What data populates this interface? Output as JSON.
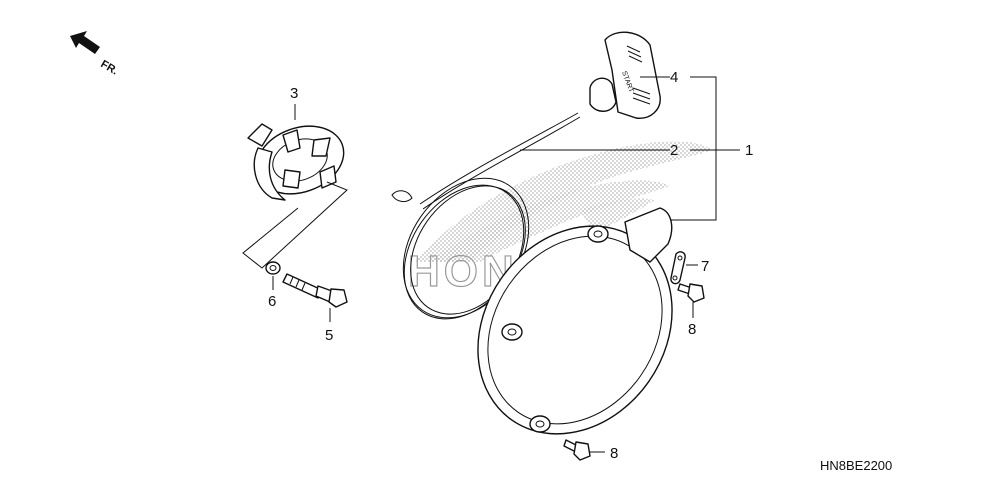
{
  "direction_label": "FR.",
  "watermark": "HONDA",
  "handle_text": "START",
  "drawing_code": "HN8BE2200",
  "callouts": {
    "c1": "1",
    "c2": "2",
    "c3": "3",
    "c4": "4",
    "c5": "5",
    "c6": "6",
    "c7": "7",
    "c8a": "8",
    "c8b": "8"
  }
}
